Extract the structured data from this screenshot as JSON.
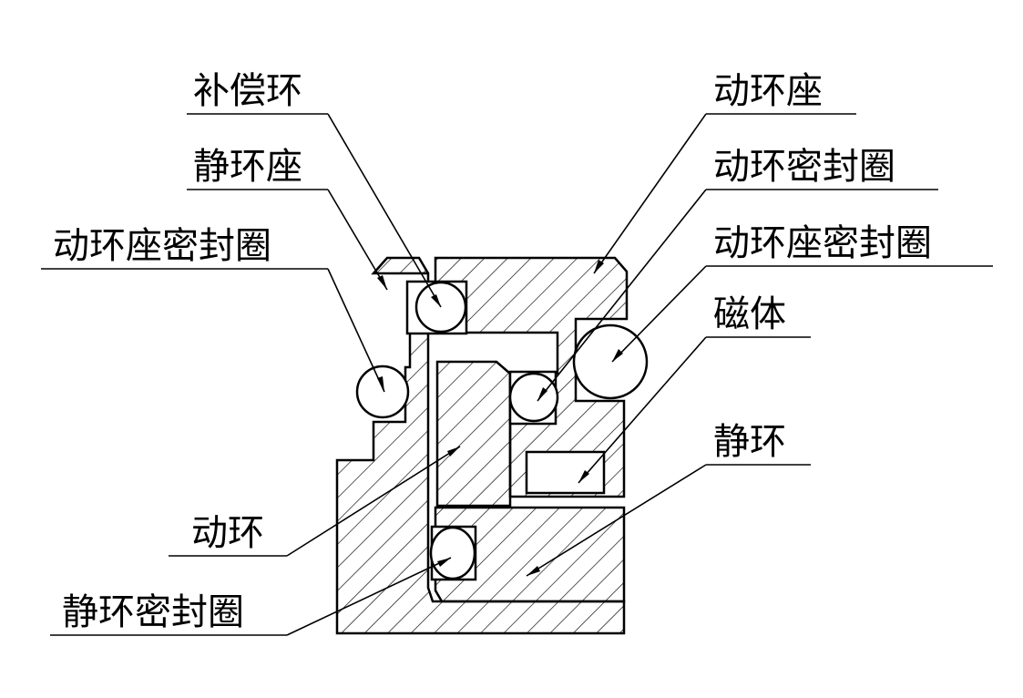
{
  "labels": {
    "compensation_ring": "补偿环",
    "static_ring_seat": "静环座",
    "moving_ring_seat_seal_left": "动环座密封圈",
    "moving_ring_seat": "动环座",
    "moving_ring_seal": "动环密封圈",
    "moving_ring_seat_seal_right": "动环座密封圈",
    "magnet": "磁体",
    "static_ring": "静环",
    "moving_ring": "动环",
    "static_ring_seal": "静环密封圈"
  },
  "colors": {
    "line": "#000000",
    "background": "#ffffff"
  }
}
